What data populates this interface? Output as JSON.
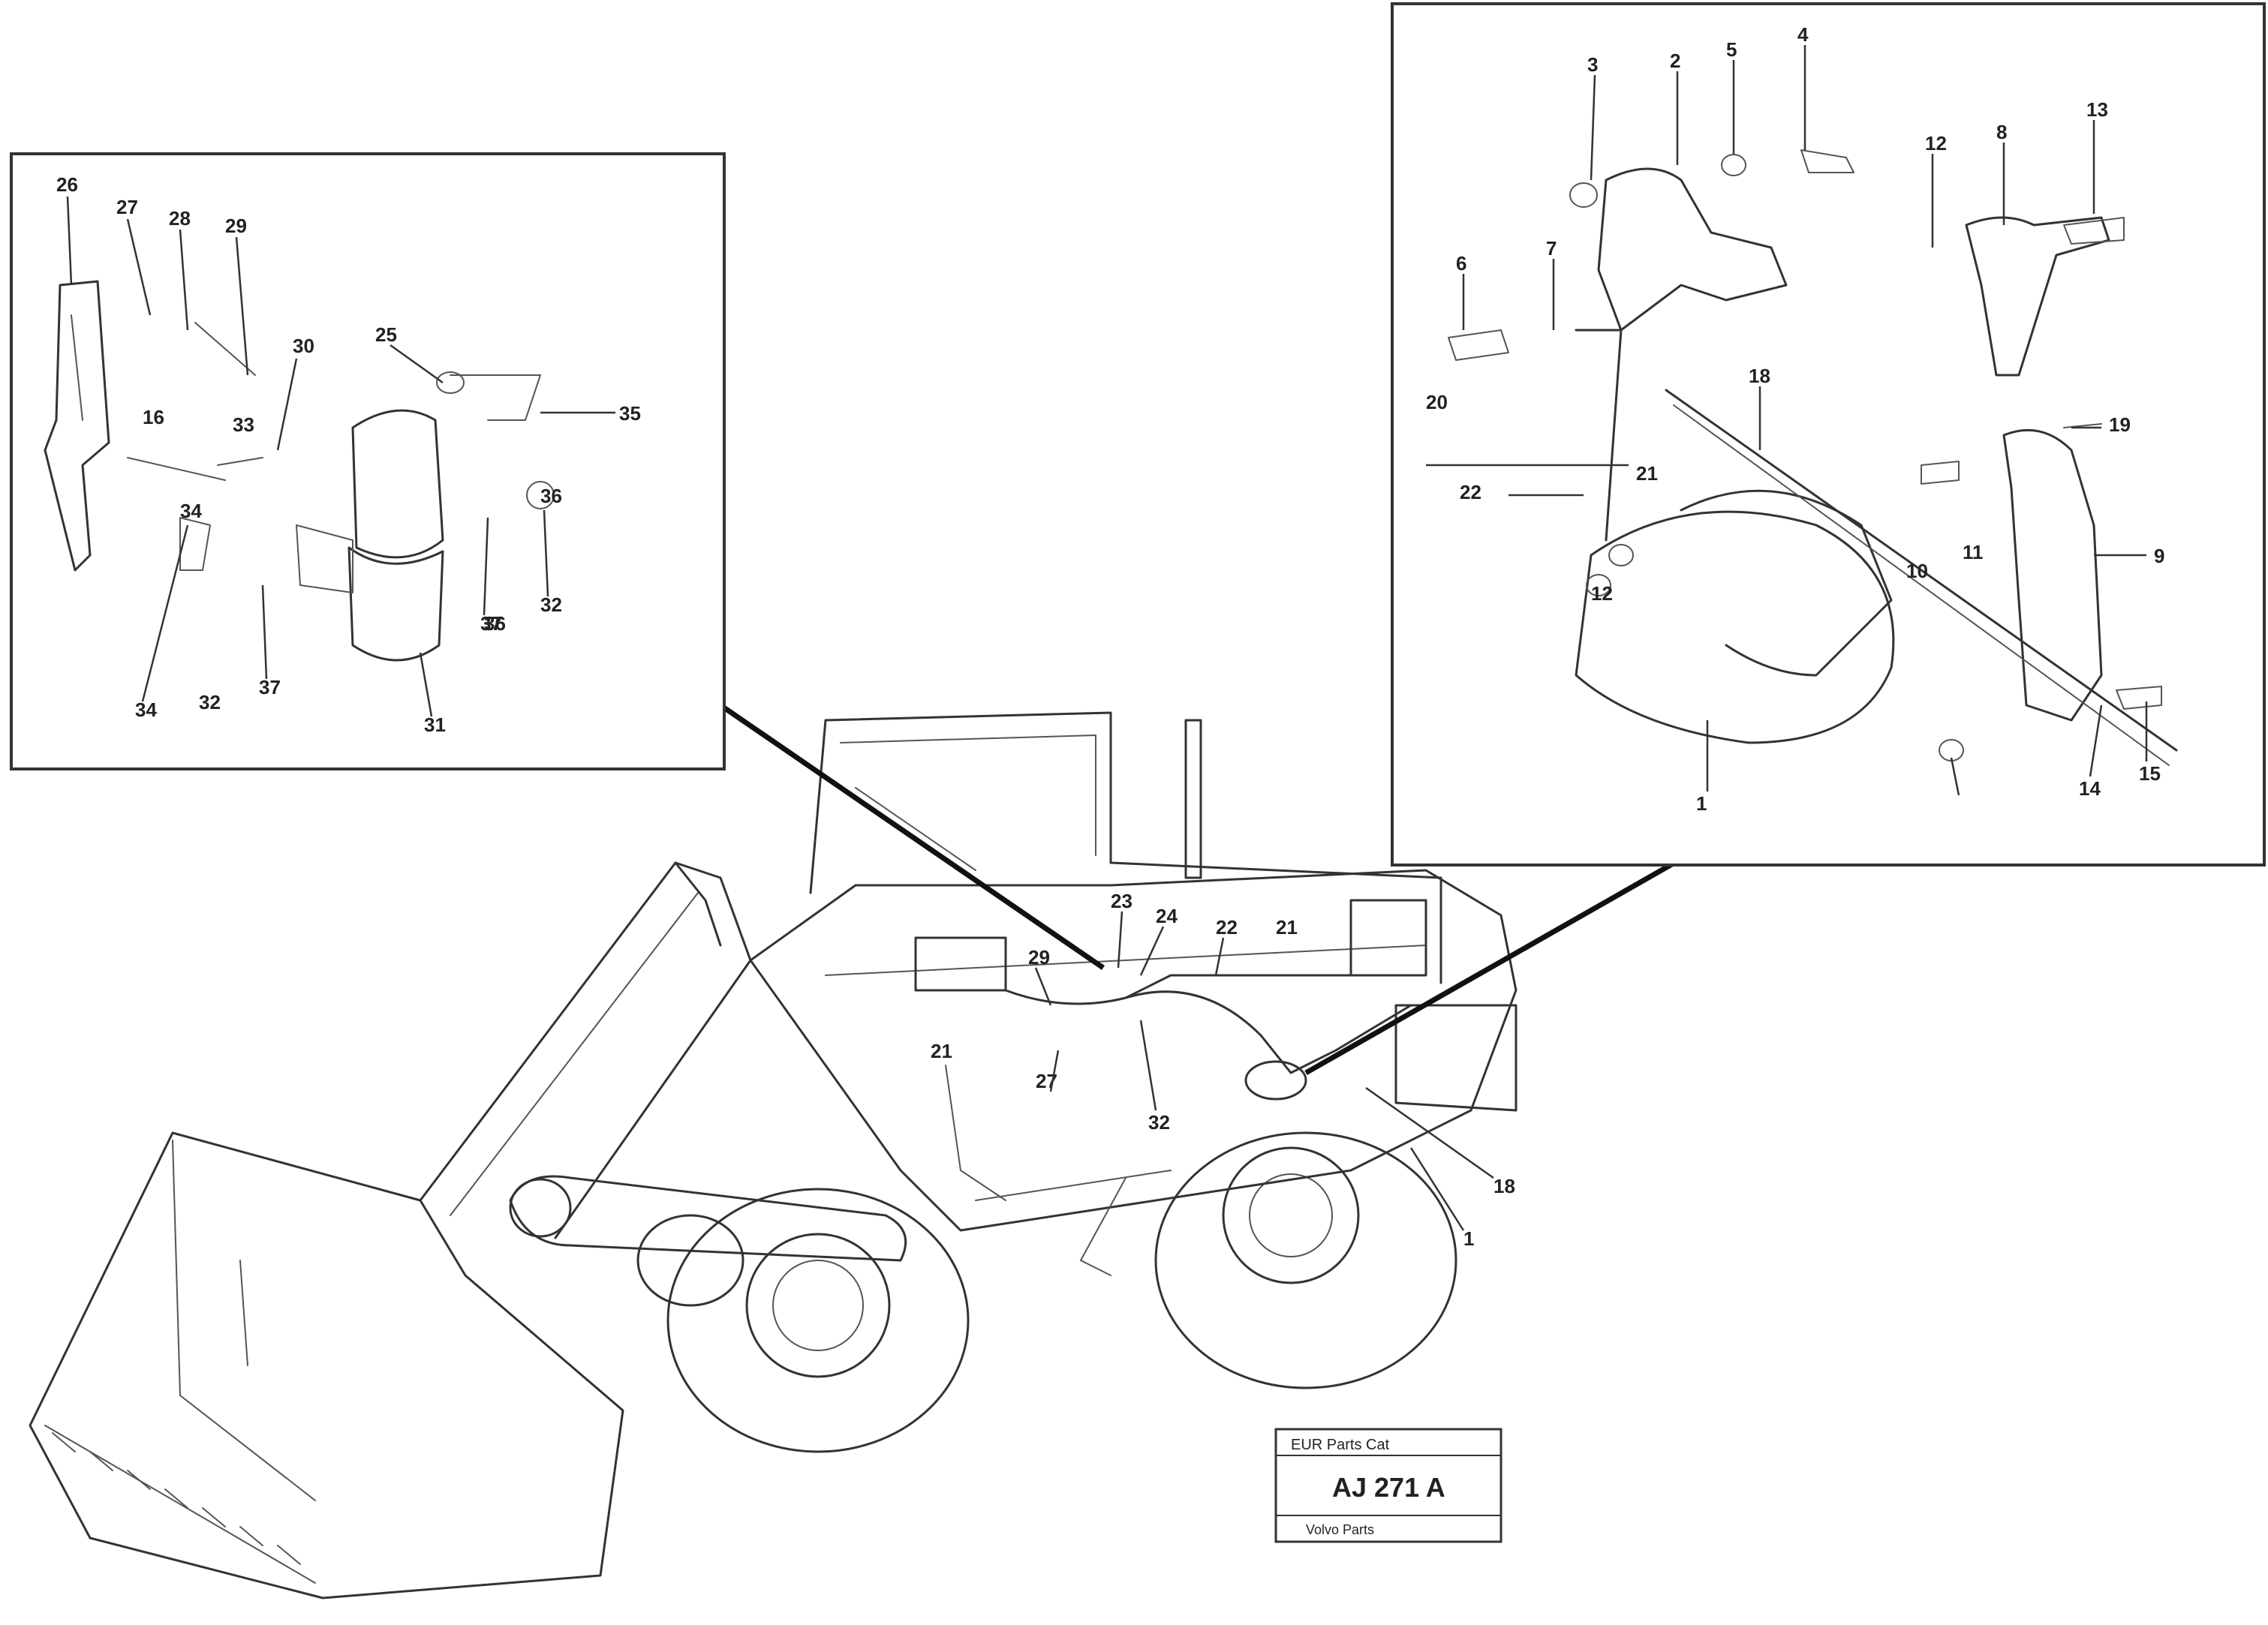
{
  "stamp": {
    "top_line": "EUR Parts Cat",
    "code": "AJ 271 A",
    "bottom_line": "Volvo Parts"
  },
  "left_inset_labels": [
    "26",
    "27",
    "28",
    "29",
    "30",
    "25",
    "35",
    "16",
    "33",
    "34",
    "32",
    "31",
    "37",
    "36",
    "32",
    "36",
    "37",
    "34"
  ],
  "right_inset_labels": [
    "3",
    "2",
    "5",
    "4",
    "13",
    "8",
    "12",
    "6",
    "7",
    "18",
    "20",
    "22",
    "21",
    "19",
    "10",
    "11",
    "12",
    "9",
    "1",
    "14",
    "15"
  ],
  "main_labels": [
    "23",
    "24",
    "22",
    "21",
    "29",
    "21",
    "27",
    "32",
    "18",
    "1"
  ]
}
